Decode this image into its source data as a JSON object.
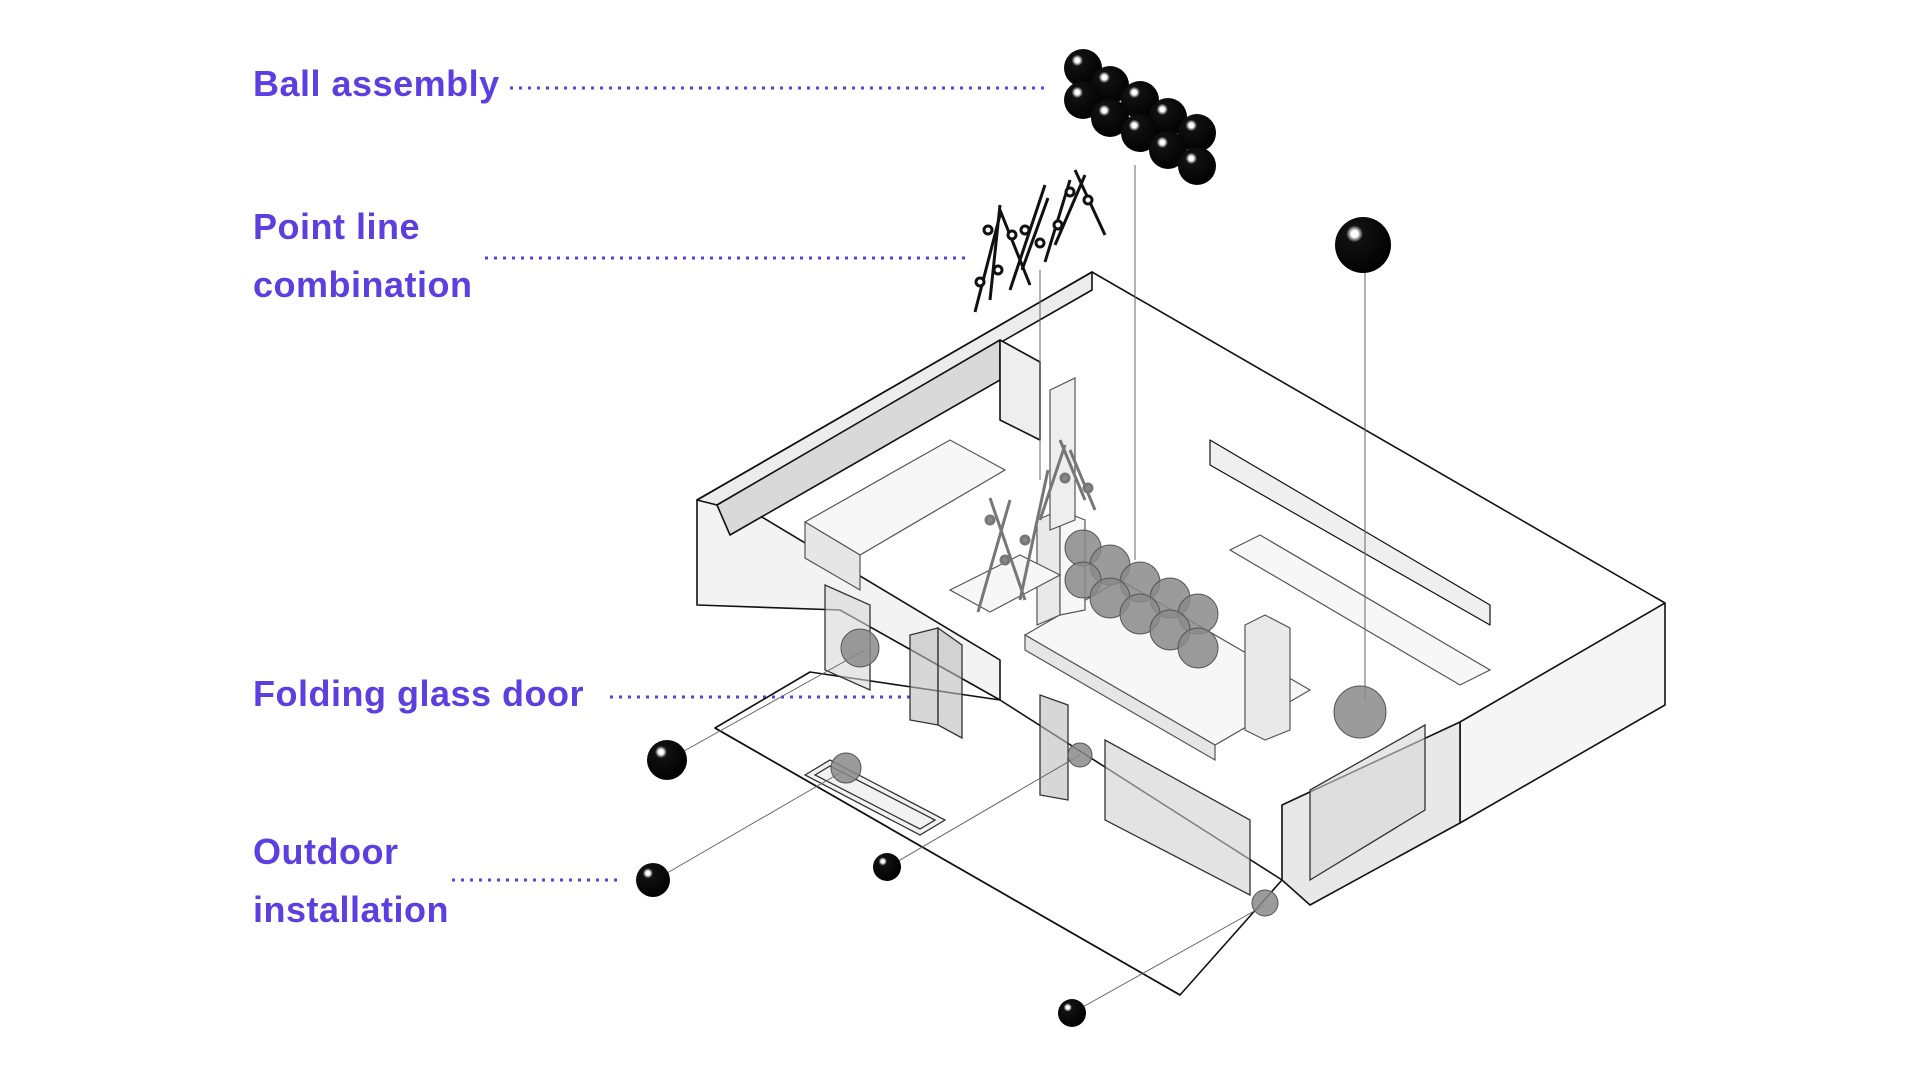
{
  "labels": {
    "ball_assembly": "Ball assembly",
    "point_line_1": "Point line",
    "point_line_2": "combination",
    "folding_glass_door": "Folding glass door",
    "outdoor_1": "Outdoor",
    "outdoor_2": "installation"
  },
  "colors": {
    "label": "#5b3fe0",
    "line": "#111111",
    "wall_fill": "#f3f3f3",
    "wall_shade": "#e2e2e2",
    "sphere_grey": "#8a8a8a",
    "sphere_black": "#000000"
  }
}
